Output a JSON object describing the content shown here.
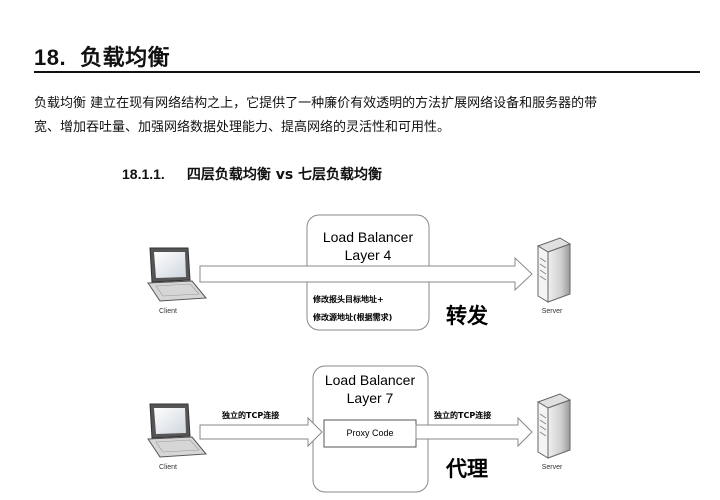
{
  "heading": {
    "number": "18.",
    "title": "负载均衡"
  },
  "intro": {
    "line1": "负载均衡 建立在现有网络结构之上，它提供了一种廉价有效透明的方法扩展网络设备和服务器的带",
    "line2": "宽、增加吞吐量、加强网络数据处理能力、提高网络的灵活性和可用性。"
  },
  "subheading": {
    "number": "18.1.1.",
    "title": "四层负载均衡 vs 七层负载均衡"
  },
  "diagram_l4": {
    "box_line1": "Load Balancer",
    "box_line2": "Layer 4",
    "note1": "修改报头目标地址+",
    "note2": "修改源地址(根据需求)",
    "action": "转发",
    "client_label": "Client",
    "server_label": "Server"
  },
  "diagram_l7": {
    "box_line1": "Load Balancer",
    "box_line2": "Layer 7",
    "proxy_label": "Proxy Code",
    "left_conn": "独立的TCP连接",
    "right_conn": "独立的TCP连接",
    "action": "代理",
    "client_label": "Client",
    "server_label": "Server"
  },
  "colors": {
    "line": "#888888",
    "server_body": "#c8c8c8",
    "screen": "#e8ecf0"
  }
}
